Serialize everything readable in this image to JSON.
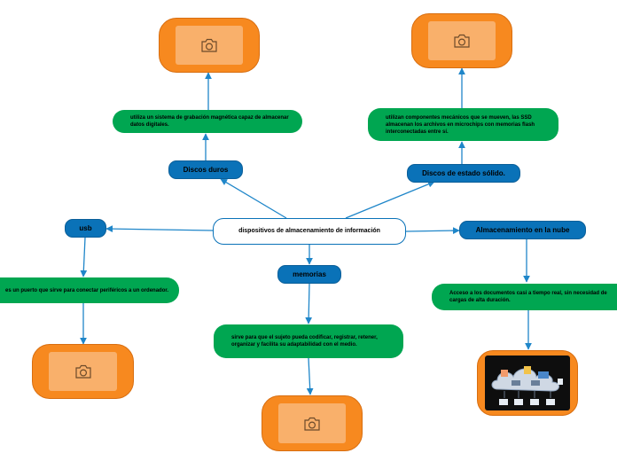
{
  "central": {
    "text": "dispositivos de almacenamiento de información"
  },
  "branches": {
    "discos_duros": {
      "label": "Discos duros",
      "detail": "utiliza un sistema de grabación magnética capaz de almacenar datos digitales."
    },
    "ssd": {
      "label": "Discos de estado sólido.",
      "detail": "utilizan componentes mecánicos que se mueven, las SSD almacenan los archivos en microchips con memorias flash interconectadas entre sí."
    },
    "usb": {
      "label": "usb",
      "detail": "es un puerto que sirve para conectar periféricos a un ordenador."
    },
    "memorias": {
      "label": "memorias",
      "detail": "sirve para que el sujeto pueda codificar, registrar, retener, organizar y facilita su adaptabilidad con el medio."
    },
    "nube": {
      "label": "Almacenamiento en la nube",
      "detail": "Acceso a los documentos casi a tiempo real, sin necesidad de cargas de alta duración."
    }
  },
  "icons": {
    "photo_placeholder": "camera-icon",
    "cloud_image": "cloud-network-icon"
  },
  "colors": {
    "topic_blue": "#0a72b8",
    "topic_green": "#00a651",
    "image_orange": "#f7891f",
    "image_inner": "#f9b06b",
    "connector": "#1f86c9"
  }
}
